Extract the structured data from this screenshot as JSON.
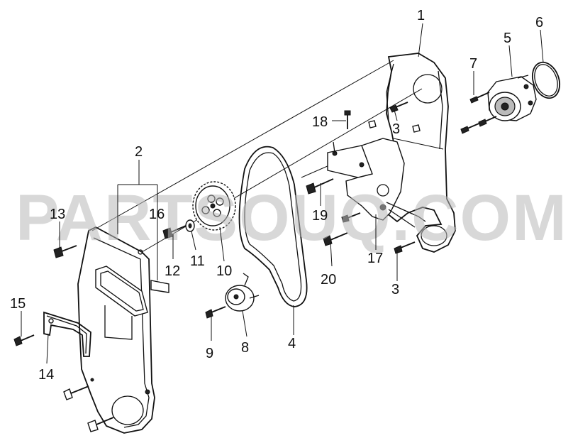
{
  "watermark": "PARTSOUQ.COM",
  "callouts": [
    {
      "id": "c1",
      "text": "1"
    },
    {
      "id": "c2",
      "text": "2"
    },
    {
      "id": "c3a",
      "text": "3"
    },
    {
      "id": "c3b",
      "text": "3"
    },
    {
      "id": "c4",
      "text": "4"
    },
    {
      "id": "c5",
      "text": "5"
    },
    {
      "id": "c6",
      "text": "6"
    },
    {
      "id": "c7",
      "text": "7"
    },
    {
      "id": "c8",
      "text": "8"
    },
    {
      "id": "c9",
      "text": "9"
    },
    {
      "id": "c10",
      "text": "10"
    },
    {
      "id": "c11",
      "text": "11"
    },
    {
      "id": "c12",
      "text": "12"
    },
    {
      "id": "c13",
      "text": "13"
    },
    {
      "id": "c14",
      "text": "14"
    },
    {
      "id": "c15",
      "text": "15"
    },
    {
      "id": "c16",
      "text": "16"
    },
    {
      "id": "c17",
      "text": "17"
    },
    {
      "id": "c18",
      "text": "18"
    },
    {
      "id": "c19",
      "text": "19"
    },
    {
      "id": "c20",
      "text": "20"
    }
  ]
}
